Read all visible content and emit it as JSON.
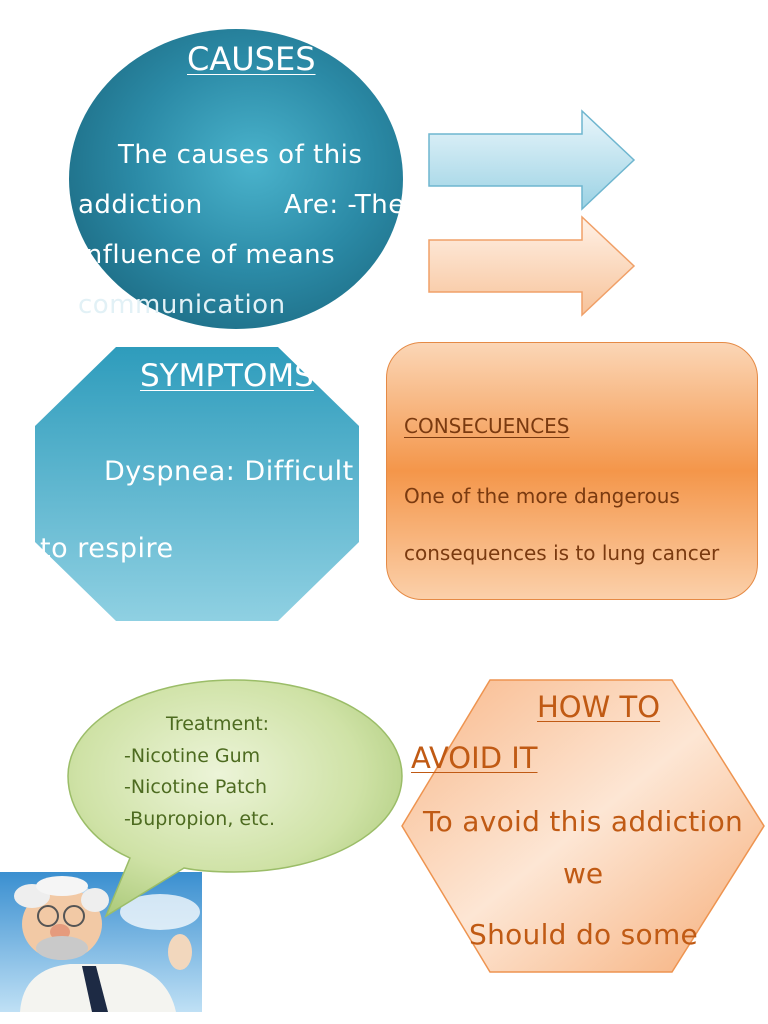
{
  "causes": {
    "title": "CAUSES",
    "line1": "The causes of this",
    "line2a": "addiction",
    "line2b": "Are: -The",
    "line3": "influence of means",
    "line4": "communication"
  },
  "symptoms": {
    "title": "SYMPTOMS",
    "line1": "Dyspnea: Difficult",
    "line2": "to respire"
  },
  "consequences": {
    "title": "CONSECUENCES",
    "line1": "One of the more dangerous",
    "line2": "consequences is to lung cancer"
  },
  "treatment": {
    "title": "Treatment:",
    "items": [
      "-Nicotine Gum",
      "-Nicotine Patch",
      "-Bupropion, etc."
    ]
  },
  "avoid": {
    "title1": "HOW TO",
    "title2": "AVOID IT",
    "line1": "To avoid this addiction",
    "line2": "we",
    "line3": "Should do some"
  },
  "colors": {
    "teal_dark": "#1f6f86",
    "teal_light": "#4ab3cc",
    "orange": "#f4964a",
    "orange_text": "#c05a14",
    "consequence_text": "#7a3a10",
    "green_bubble": "#c7dc9a",
    "green_text": "#4d6b20"
  },
  "icons": {
    "arrow_top": "right-arrow-icon",
    "arrow_bottom": "right-arrow-icon",
    "doctor": "doctor-cartoon-icon"
  }
}
